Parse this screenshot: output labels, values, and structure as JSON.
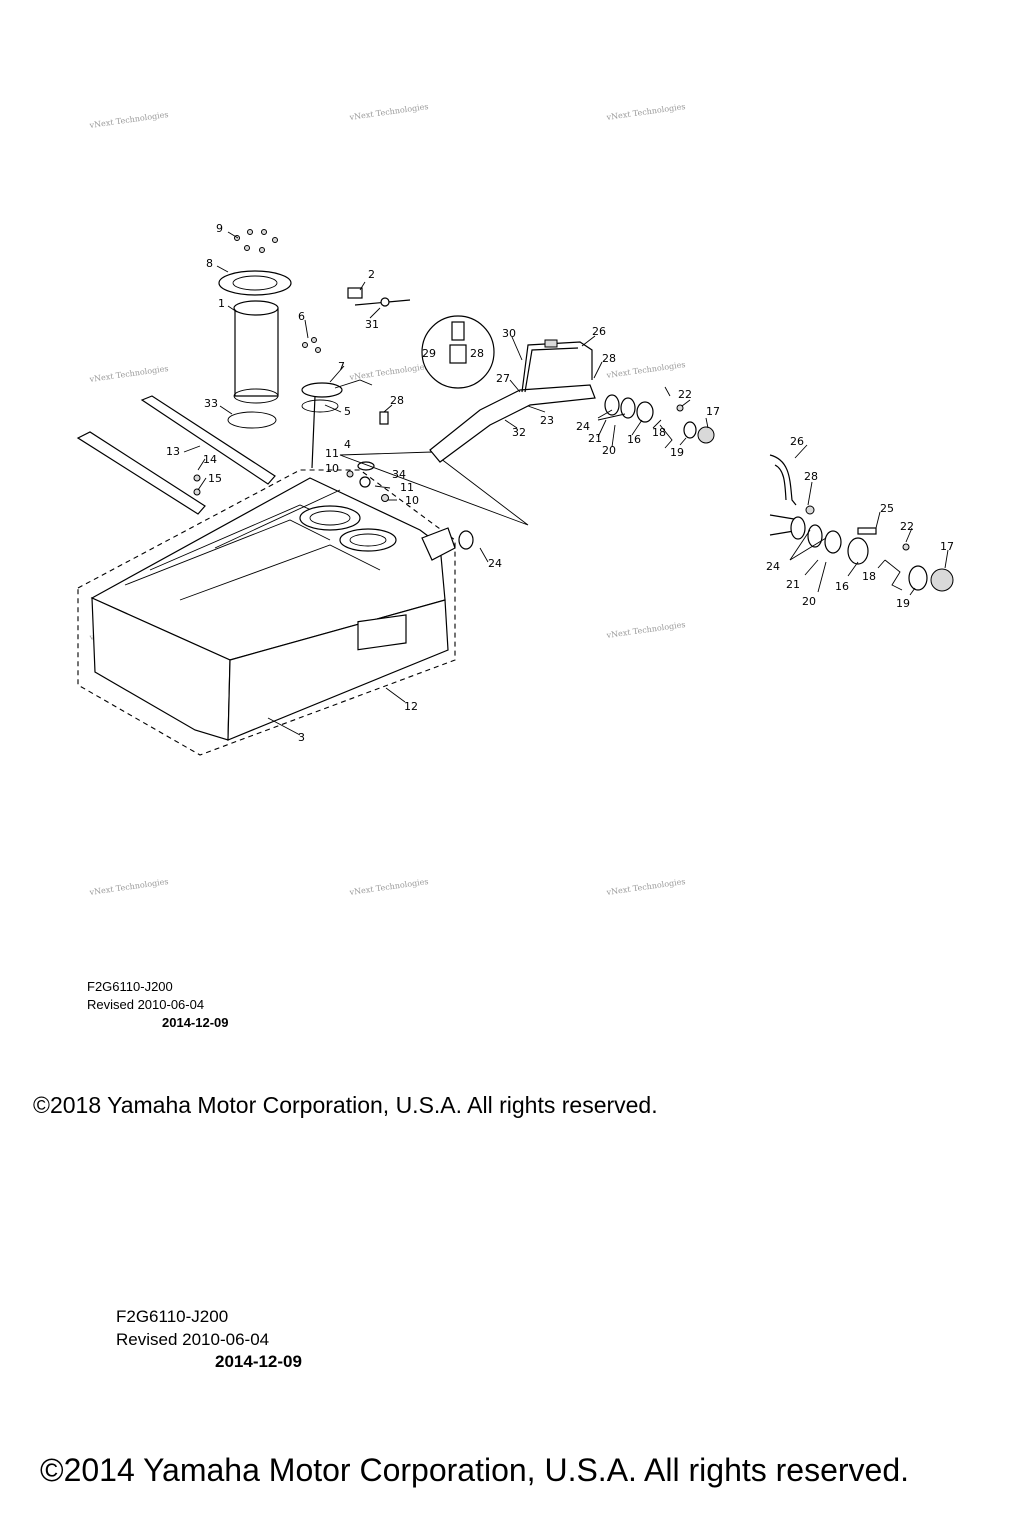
{
  "watermark_text": "vNext Technologies",
  "callouts": {
    "c1": "1",
    "c2": "2",
    "c3": "3",
    "c4": "4",
    "c5": "5",
    "c6": "6",
    "c7": "7",
    "c8": "8",
    "c9": "9",
    "c10a": "10",
    "c10b": "10",
    "c11a": "11",
    "c11b": "11",
    "c12": "12",
    "c13": "13",
    "c14": "14",
    "c15": "15",
    "c16": "16",
    "c17": "17",
    "c18": "18",
    "c19": "19",
    "c20": "20",
    "c21": "21",
    "c22": "22",
    "c23": "23",
    "c24a": "24",
    "c24b": "24",
    "c26": "26",
    "c27": "27",
    "c28a": "28",
    "c28b": "28",
    "c28c": "28",
    "c29": "29",
    "c30": "30",
    "c31": "31",
    "c32": "32",
    "c33": "33",
    "c34": "34",
    "d16": "16",
    "d17": "17",
    "d18": "18",
    "d19": "19",
    "d20": "20",
    "d21": "21",
    "d22": "22",
    "d24": "24",
    "d25": "25",
    "d26": "26",
    "d28": "28"
  },
  "footer_small": {
    "code": "F2G6110-J200",
    "revised": "Revised 2010-06-04",
    "date": "2014-12-09",
    "copyright": "©2018 Yamaha Motor Corporation, U.S.A. All rights reserved."
  },
  "footer_large": {
    "code": "F2G6110-J200",
    "revised": "Revised 2010-06-04",
    "date": "2014-12-09",
    "copyright": "©2014 Yamaha Motor Corporation, U.S.A. All rights reserved."
  }
}
